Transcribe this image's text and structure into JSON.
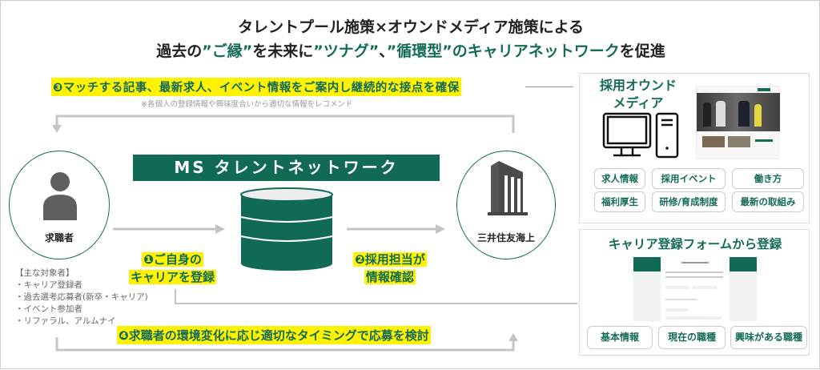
{
  "header": {
    "line1": "タレントプール施策×オウンドメディア施策による",
    "line2_a": "過去の",
    "line2_b": "”ご縁”",
    "line2_c": "を未来に",
    "line2_d": "”ツナグ”",
    "line2_e": "、",
    "line2_f": "”循環型”",
    "line2_g": "のキャリアネットワーク",
    "line2_h": "を促進"
  },
  "step3": {
    "label": "❸マッチする記事、最新求人、イベント情報をご案内し継続的な接点を確保",
    "note": "※各個人の登録情報や興味度合いから適切な情報をレコメンド"
  },
  "network": {
    "title": "MS タレントネットワーク"
  },
  "job_seeker": {
    "label": "求職者"
  },
  "company": {
    "label": "三井住友海上"
  },
  "step1": {
    "line1": "❶ご自身の",
    "line2": "キャリアを登録"
  },
  "step2": {
    "line1": "❷採用担当が",
    "line2": "情報確認"
  },
  "targets": {
    "heading": "【主な対象者】",
    "items": [
      "・キャリア登録者",
      "・過去選考応募者(新卒・キャリア)",
      "・イベント参加者",
      "・リファラル、アルムナイ"
    ]
  },
  "step4": {
    "label": "❹求職者の環境変化に応じ適切なタイミングで応募を検討"
  },
  "media_panel": {
    "title_line1": "採用オウンド",
    "title_line2": "メディア",
    "tags": [
      "求人情報",
      "採用イベント",
      "働き方",
      "福利厚生",
      "研修/育成制度",
      "最新の取組み"
    ]
  },
  "form_panel": {
    "title": "キャリア登録フォームから登録",
    "tags": [
      "基本情報",
      "現在の職種",
      "興味がある職種"
    ]
  },
  "colors": {
    "brand": "#146b57",
    "highlight": "#fff200",
    "arrow": "#c4c4c4"
  }
}
